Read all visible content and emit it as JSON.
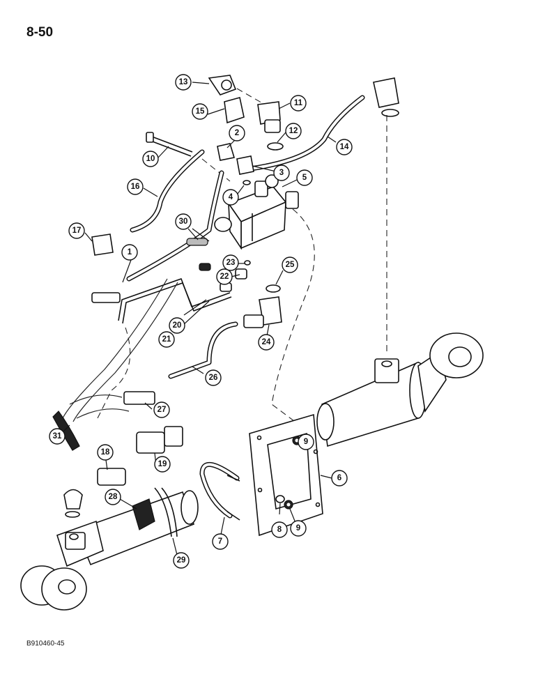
{
  "page": {
    "number": "8-50",
    "figure_code": "B910460-45"
  },
  "callouts": [
    "1",
    "2",
    "3",
    "4",
    "5",
    "6",
    "7",
    "8",
    "9",
    "9",
    "10",
    "11",
    "12",
    "13",
    "14",
    "15",
    "16",
    "17",
    "18",
    "19",
    "20",
    "21",
    "22",
    "23",
    "24",
    "25",
    "26",
    "27",
    "28",
    "29",
    "30",
    "31"
  ],
  "icons": {
    "parts": "hydraulic-parts-illustration"
  }
}
